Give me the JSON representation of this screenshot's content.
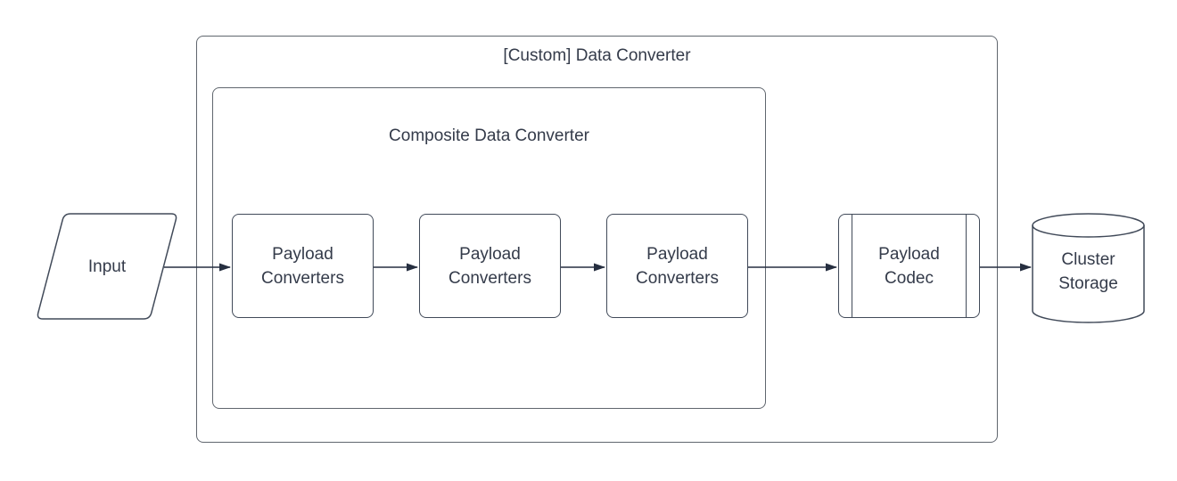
{
  "diagram": {
    "type": "flowchart",
    "colors": {
      "background": "#ffffff",
      "container_stroke": "#60666e",
      "node_stroke": "#414a59",
      "arrow": "#262f40",
      "text": "#343b4a"
    },
    "outer_container": {
      "label": "[Custom] Data Converter"
    },
    "inner_container": {
      "label": "Composite Data Converter"
    },
    "nodes": {
      "input": {
        "label": "Input",
        "shape": "parallelogram"
      },
      "payload_converters": [
        {
          "label": "Payload Converters",
          "shape": "rounded-rectangle"
        },
        {
          "label": "Payload Converters",
          "shape": "rounded-rectangle"
        },
        {
          "label": "Payload Converters",
          "shape": "rounded-rectangle"
        }
      ],
      "payload_codec": {
        "label": "Payload Codec",
        "shape": "predefined-process"
      },
      "cluster_storage": {
        "label": "Cluster Storage",
        "shape": "cylinder"
      }
    },
    "edges": [
      {
        "from": "input",
        "to": "payload-converters-1"
      },
      {
        "from": "payload-converters-1",
        "to": "payload-converters-2"
      },
      {
        "from": "payload-converters-2",
        "to": "payload-converters-3"
      },
      {
        "from": "payload-converters-3",
        "to": "payload-codec"
      },
      {
        "from": "payload-codec",
        "to": "cluster-storage"
      }
    ]
  }
}
